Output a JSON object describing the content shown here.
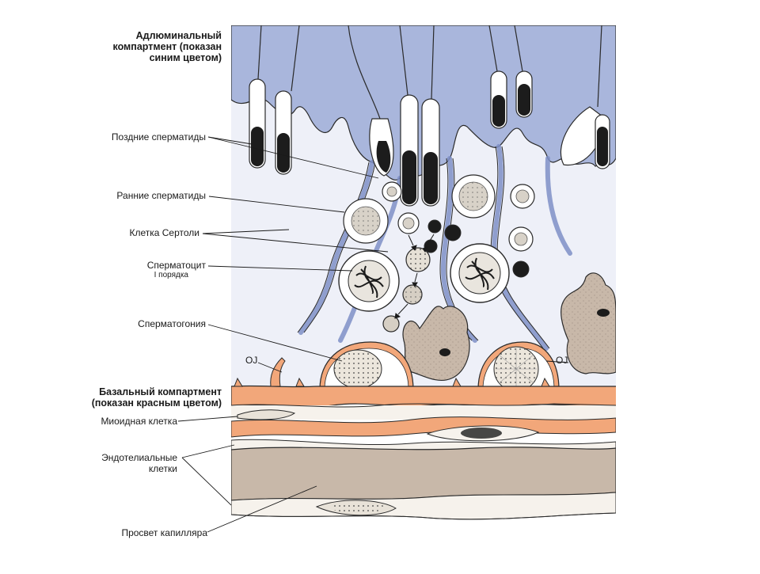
{
  "diagram": {
    "palette": {
      "adluminal_blue": "#a9b6dc",
      "sertoli_pale": "#eef0f8",
      "basal_orange": "#f2a77a",
      "capillary_lumen": "#c8b8a9",
      "outline": "#2a2a2a",
      "nucleus_dark": "#1c1c1c"
    },
    "labels": {
      "adluminal": [
        "Адлюминальный",
        "компартмент (показан",
        "синим цветом)"
      ],
      "late_spermatids": "Поздние сперматиды",
      "early_spermatids": "Ранние сперматиды",
      "sertoli_cell": "Клетка Сертоли",
      "spermatocyte": "Сперматоцит",
      "spermatocyte_order": "I порядка",
      "spermatogonia": "Сперматогония",
      "oj_left": "OJ",
      "oj_right": "OJ",
      "basal": [
        "Базальный компартмент",
        "(показан красным цветом)"
      ],
      "myoid_cell": "Миоидная клетка",
      "endothelial": [
        "Эндотелиальные",
        "клетки"
      ],
      "capillary_lumen": "Просвет капилляра"
    }
  }
}
